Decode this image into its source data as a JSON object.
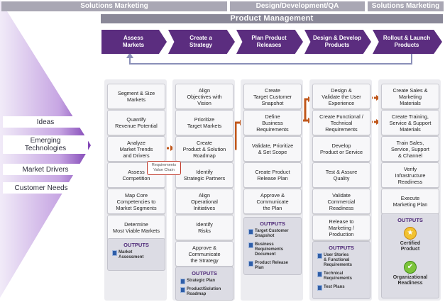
{
  "headers": [
    "Solutions Marketing",
    "Design/Development/QA",
    "Solutions Marketing"
  ],
  "banner": "Product Management",
  "phases": [
    "Assess\nMarkets",
    "Create a\nStrategy",
    "Plan Product\nReleases",
    "Design & Develop\nProducts",
    "Rollout & Launch\nProducts"
  ],
  "inputs": [
    "Ideas",
    "Emerging\nTechnologies",
    "Market Drivers",
    "Customer Needs"
  ],
  "columns": [
    {
      "steps": [
        "Segment & Size\nMarkets",
        "Quantify\nRevenue Potential",
        "Analyze\nMarket Trends\nand Drivers",
        "Assess\nCompetition",
        "Map Core\nCompetencies to\nMarket Segments",
        "Determine\nMost Viable Markets"
      ],
      "outputs_title": "OUTPUTS",
      "outputs": [
        "Market\nAssessment"
      ]
    },
    {
      "steps": [
        "Align\nObjectives with\nVision",
        "Prioritize\nTarget Markets",
        "Create\nProduct & Solution\nRoadmap",
        "Identify\nStrategic Partners",
        "Align\nOperational\nInitiatives",
        "Identify\nRisks",
        "Approve &\nCommunicate\nthe Strategy"
      ],
      "outputs_title": "OUTPUTS",
      "outputs": [
        "Strategic Plan",
        "Product/Solution\nRoadmap"
      ]
    },
    {
      "steps": [
        "Create\nTarget Customer\nSnapshot",
        "Define\nBusiness\nRequirements",
        "Validate, Prioritize\n& Set Scope",
        "Create Product\nRelease Plan",
        "Approve &\nCommunicate\nthe Plan"
      ],
      "outputs_title": "OUTPUTS",
      "outputs": [
        "Target Customer\nSnapshot",
        "Business\nRequirements\nDocument",
        "Product Release\nPlan"
      ]
    },
    {
      "steps": [
        "Design &\nValidate the User\nExperience",
        "Create Functional /\nTechnical\nRequirements",
        "Develop\nProduct or Service",
        "Test & Assure\nQuality",
        "Validate\nCommercial\nReadiness",
        "Release to\nMarketing /\nProduction"
      ],
      "outputs_title": "OUTPUTS",
      "outputs": [
        "User Stories\n& Functional\nRequirements",
        "Technical\nRequirements",
        "Test Plans"
      ]
    },
    {
      "steps": [
        "Create Sales &\nMarketing\nMaterials",
        "Create Training,\nService & Support\nMaterials",
        "Train Sales,\nService, Support\n& Channel",
        "Verify\nInfrastructure\nReadiness",
        "Execute\nMarketing Plan"
      ],
      "outputs_title": "OUTPUTS",
      "outputs": [],
      "awards": [
        "Certified\nProduct",
        "Organizational\nReadiness"
      ]
    }
  ],
  "requirements_tag": "Requirements\nValue Chain",
  "colors": {
    "purple": "#5b2d7f",
    "funnel_light": "#eee6f6",
    "funnel_dark": "#7d3fb3",
    "connector": "#c0571b",
    "return_line": "#8a8fb8"
  }
}
